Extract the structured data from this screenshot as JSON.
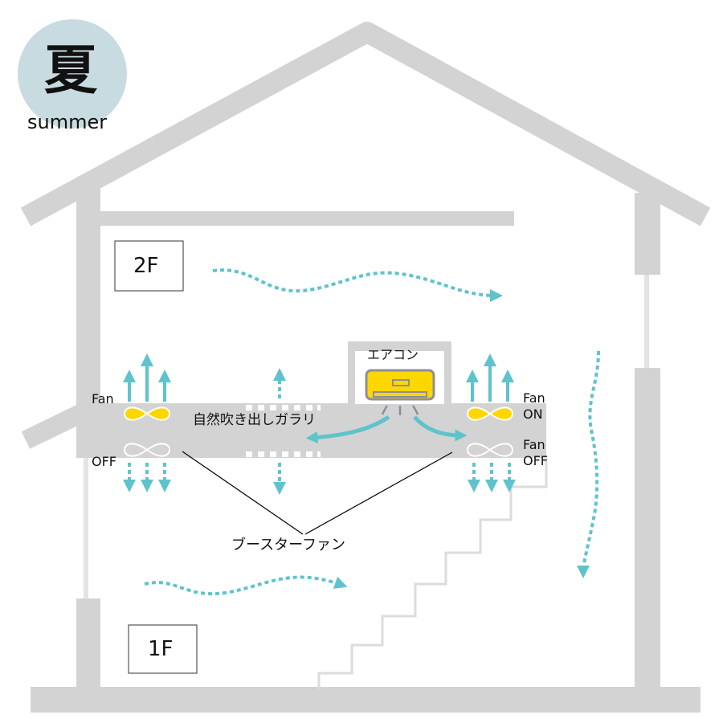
{
  "season": {
    "kanji": "夏",
    "label": "summer"
  },
  "floors": {
    "upper": "2F",
    "lower": "1F"
  },
  "aircon": {
    "label": "エアコン"
  },
  "natural_vent": {
    "label": "自然吹き出しガラリ"
  },
  "booster_fan": {
    "label": "ブースターファン"
  },
  "fans": {
    "left_on": "Fan",
    "left_off": "OFF",
    "right_on_1": "Fan",
    "right_on_2": "ON",
    "right_off_1": "Fan",
    "right_off_2": "OFF"
  },
  "colors": {
    "structure": "#d3d3d3",
    "airflow": "#5fc3cc",
    "fan_on": "#ffd700",
    "badge": "#c8dbe0"
  }
}
